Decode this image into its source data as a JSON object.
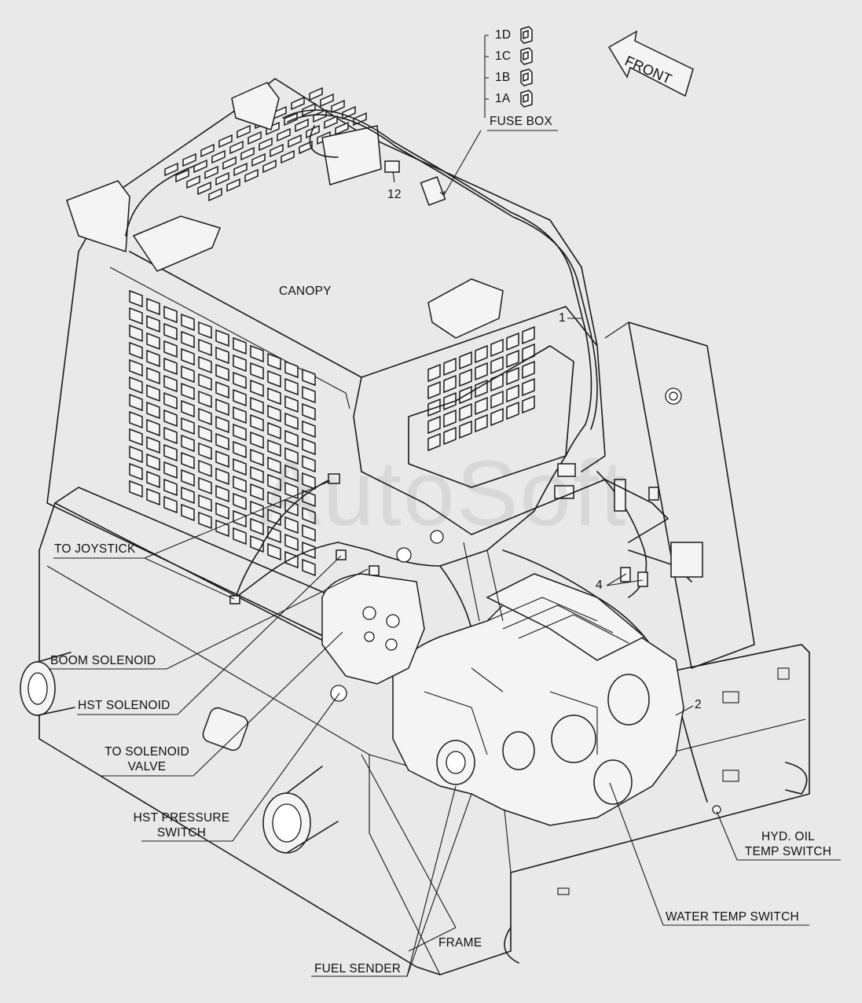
{
  "labels": {
    "front": "FRONT",
    "fuse_1d": "1D",
    "fuse_1c": "1C",
    "fuse_1b": "1B",
    "fuse_1a": "1A",
    "fuse_box": "FUSE BOX",
    "item_12": "12",
    "canopy": "CANOPY",
    "item_1": "1",
    "item_2": "2",
    "item_4": "4",
    "to_joystick": "TO JOYSTICK",
    "boom_solenoid": "BOOM SOLENOID",
    "hst_solenoid": "HST SOLENOID",
    "to_solenoid_valve_line1": "TO SOLENOID",
    "to_solenoid_valve_line2": "VALVE",
    "hst_pressure_switch_line1": "HST PRESSURE",
    "hst_pressure_switch_line2": "SWITCH",
    "hyd_oil_temp_switch_line1": "HYD. OIL",
    "hyd_oil_temp_switch_line2": "TEMP SWITCH",
    "water_temp_switch": "WATER TEMP SWITCH",
    "frame": "FRAME",
    "fuel_sender": "FUEL SENDER"
  },
  "watermark": "AutoSoft"
}
